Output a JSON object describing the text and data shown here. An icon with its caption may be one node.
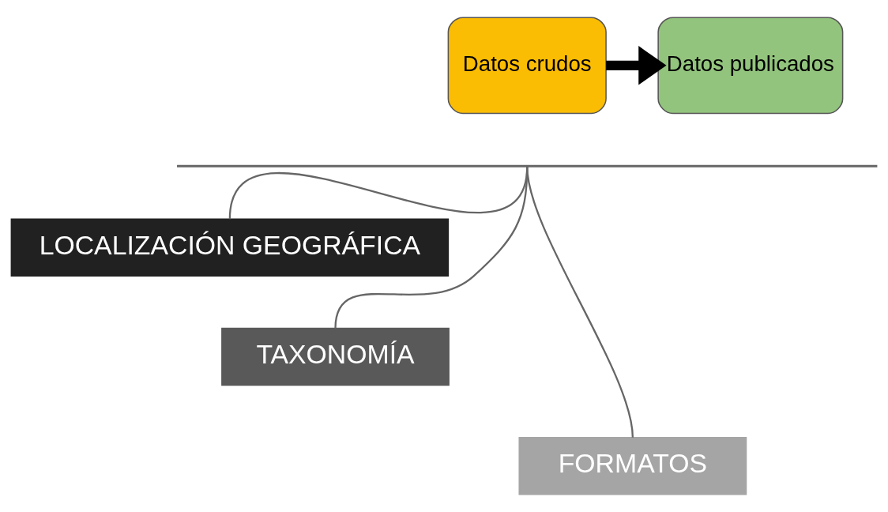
{
  "diagram": {
    "nodes": [
      {
        "text": [
          "Datos crudos"
        ]
      },
      {
        "text": [
          "Datos publicados"
        ]
      },
      {
        "text": [],
        "shape": "bar"
      },
      {
        "text": [
          "LOCALIZACIÓN GEOGRÁFICA"
        ]
      },
      {
        "text": [
          "TAXONOMÍA"
        ]
      },
      {
        "text": [
          "FORMATOS"
        ]
      }
    ],
    "edges": [
      {
        "from": 0,
        "to": 1,
        "arrow": "to",
        "style": "thick",
        "color": "#000000"
      },
      {
        "from": 2,
        "to": 3,
        "arrow": "none"
      },
      {
        "from": 2,
        "to": 4,
        "arrow": "none"
      },
      {
        "from": 2,
        "to": 5,
        "arrow": "none"
      }
    ]
  }
}
